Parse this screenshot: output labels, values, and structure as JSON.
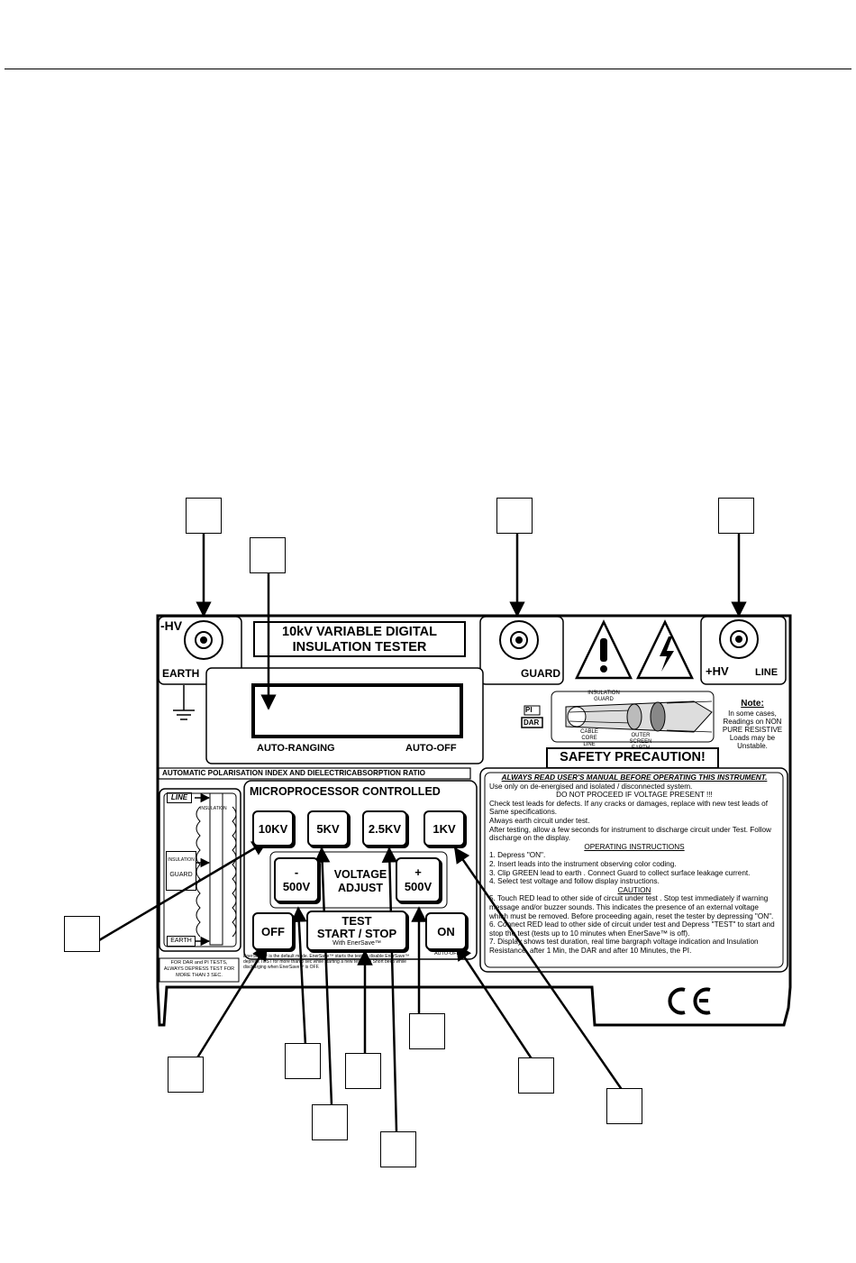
{
  "panel": {
    "title_line1": "10kV VARIABLE DIGITAL",
    "title_line2": "INSULATION TESTER",
    "hv_minus": "-HV",
    "earth": "EARTH",
    "guard": "GUARD",
    "hv_plus": "+HV",
    "line": "LINE",
    "display_left": "AUTO-RANGING",
    "display_right": "AUTO-OFF",
    "pi": "PI",
    "dar": "DAR",
    "cable_labels": {
      "insulation_guard": "INSULATION GUARD",
      "cable_core_line": "CABLE CORE LINE",
      "outer_earth": "OUTER SCREEN EARTH"
    },
    "note_title": "Note:",
    "note_text": "In some cases, Readings on NON PURE RESISTIVE Loads may be Unstable.",
    "safety": "SAFETY PRECAUTION!",
    "auto_pi_dar": "AUTOMATIC POLARISATION INDEX AND DIELECTRICABSORPTION RATIO",
    "diagram": {
      "line": "LINE",
      "insulation_top": "INSULATION",
      "insulation_side": "INSULATION",
      "guard": "GUARD",
      "earth": "EARTH"
    },
    "micro": "MICROPROCESSOR CONTROLLED",
    "keys": {
      "k10": "10KV",
      "k5": "5KV",
      "k25": "2.5KV",
      "k1": "1KV",
      "minus_sign": "-",
      "minus_val": "500V",
      "plus_sign": "+",
      "plus_val": "500V",
      "voltage1": "VOLTAGE",
      "voltage2": "ADJUST",
      "off": "OFF",
      "test1": "TEST",
      "test2": "START / STOP",
      "test3": "With EnerSave™",
      "on": "ON",
      "auto_off": "AUTO-OFF"
    },
    "enersave_note": "EnerSave™ is the default mode. EnerSave™ starts the test, to disable EnerSave™ depress TEST for more than 3 sec while starting a new test. The Short beep while discharging when EnerSave™ is OFF.",
    "dar_pi_note": "FOR DAR and PI TESTS, ALWAYS DEPRESS TEST FOR MORE THAN 3 SEC.",
    "ce": "CE"
  },
  "instructions": {
    "title": "ALWAYS READ USER'S MANUAL BEFORE OPERATING THIS INSTRUMENT.",
    "l1": "Use only on de-energised and isolated / disconnected system.",
    "l2": "DO NOT PROCEED IF VOLTAGE PRESENT !!!",
    "l3": "Check test leads for defects. If any cracks or damages, replace with new test leads of Same specifications.",
    "l4": "Always earth circuit under test.",
    "l5": "After testing, allow a few seconds for instrument to discharge circuit under Test. Follow discharge on the display.",
    "op_title": "OPERATING INSTRUCTIONS",
    "s1": "1. Depress \"ON\".",
    "s2": "2. Insert leads into the instrument observing color coding.",
    "s3": "3. Clip GREEN lead to earth . Connect Guard to collect surface leakage current.",
    "s4": "4. Select test voltage and follow display instructions.",
    "caution": "CAUTION",
    "s5": "5. Touch RED lead to other side of circuit under test . Stop test immediately if warning message and/or buzzer sounds. This indicates the presence of an external voltage which must be removed. Before proceeding again, reset the tester by depressing \"ON\".",
    "s6": "6. Connect RED lead to other side of circuit under test and Depress \"TEST\" to start and stop the test (tests up to 10 minutes when EnerSave™ is off).",
    "s7": "7. Display shows test duration, real time bargraph voltage indication and Insulation Resistance, after 1 Min, the DAR and after 10 Minutes, the PI."
  }
}
